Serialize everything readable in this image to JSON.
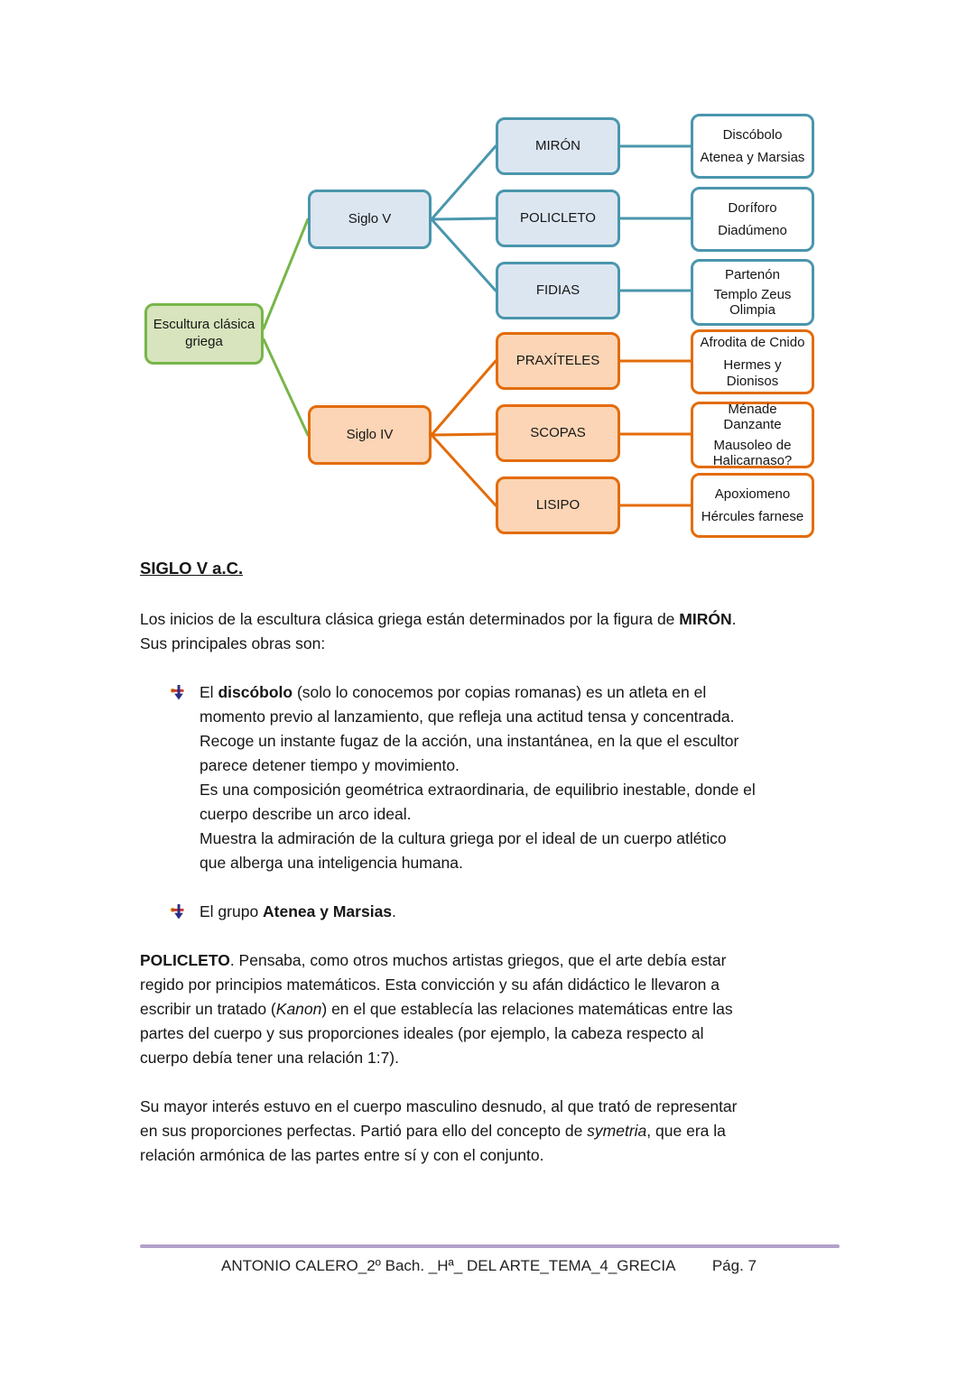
{
  "colors": {
    "green_border": "#77b64a",
    "green_fill": "#d7e4bd",
    "teal_border": "#4a96ad",
    "blue_fill": "#dce6f1",
    "orange_border": "#e36c0a",
    "orange_fill": "#fbd5b5",
    "work_fill": "#ffffff",
    "footer_line": "#b2a1c9"
  },
  "diagram": {
    "root": "Escultura clásica griega",
    "branches": [
      {
        "label": "Siglo V",
        "sculptors": [
          {
            "name": "MIRÓN",
            "works": [
              "Discóbolo",
              "Atenea y Marsias"
            ]
          },
          {
            "name": "POLICLETO",
            "works": [
              "Doríforo",
              "Diadúmeno"
            ]
          },
          {
            "name": "FIDIAS",
            "works": [
              "Partenón",
              "Templo Zeus Olimpia"
            ]
          }
        ]
      },
      {
        "label": "Siglo IV",
        "sculptors": [
          {
            "name": "PRAXÍTELES",
            "works": [
              "Afrodita de Cnido",
              "Hermes y Dionisos"
            ]
          },
          {
            "name": "SCOPAS",
            "works": [
              "Ménade Danzante",
              "Mausoleo de Halicarnaso?"
            ]
          },
          {
            "name": "LISIPO",
            "works": [
              "Apoxiomeno",
              "Hércules farnese"
            ]
          }
        ]
      }
    ]
  },
  "content": {
    "heading": "SIGLO V a.C.",
    "paragraphs": [
      {
        "kind": "p",
        "lines": [
          [
            {
              "t": "Los inicios de la escultura clásica griega están determinados por la figura de "
            },
            {
              "t": "MIRÓN",
              "b": true
            },
            {
              "t": "."
            }
          ],
          [
            {
              "t": "Sus principales obras son:"
            }
          ]
        ]
      },
      {
        "kind": "bullet",
        "lines": [
          [
            {
              "t": "El "
            },
            {
              "t": "discóbolo",
              "b": true
            },
            {
              "t": " (solo lo conocemos por copias romanas) es un atleta en el"
            }
          ],
          [
            {
              "t": "momento previo al lanzamiento, que refleja una actitud tensa y concentrada."
            }
          ],
          [
            {
              "t": "Recoge un instante fugaz de la acción, una instantánea, en la que el escultor"
            }
          ],
          [
            {
              "t": "parece detener tiempo y movimiento."
            }
          ],
          [
            {
              "t": "Es una composición geométrica extraordinaria, de equilibrio inestable, donde el"
            }
          ],
          [
            {
              "t": "cuerpo describe un arco ideal."
            }
          ],
          [
            {
              "t": "Muestra la admiración de la cultura griega por el ideal de un cuerpo atlético"
            }
          ],
          [
            {
              "t": "que alberga una inteligencia humana."
            }
          ]
        ]
      },
      {
        "kind": "bullet",
        "lines": [
          [
            {
              "t": "El grupo "
            },
            {
              "t": "Atenea y Marsias",
              "b": true
            },
            {
              "t": "."
            }
          ]
        ]
      },
      {
        "kind": "p",
        "lines": [
          [
            {
              "t": "POLICLETO",
              "b": true
            },
            {
              "t": ". Pensaba, como otros muchos artistas griegos, que el arte debía estar"
            }
          ],
          [
            {
              "t": "regido por principios matemáticos. Esta convicción y su afán didáctico le llevaron a"
            }
          ],
          [
            {
              "t": "escribir un tratado ("
            },
            {
              "t": "Kanon",
              "i": true
            },
            {
              "t": ") en el que establecía las relaciones matemáticas entre las"
            }
          ],
          [
            {
              "t": "partes del cuerpo y sus proporciones ideales (por ejemplo, la cabeza respecto al"
            }
          ],
          [
            {
              "t": "cuerpo debía tener una relación 1:7)."
            }
          ]
        ]
      },
      {
        "kind": "p",
        "lines": [
          [
            {
              "t": "Su mayor interés estuvo en el cuerpo masculino desnudo, al que trató de representar"
            }
          ],
          [
            {
              "t": "en sus proporciones perfectas. Partió para ello del concepto de "
            },
            {
              "t": "symetria",
              "i": true
            },
            {
              "t": ", que era la"
            }
          ],
          [
            {
              "t": "relación armónica de las partes entre sí y con el conjunto."
            }
          ]
        ]
      }
    ]
  },
  "footer": {
    "text": "ANTONIO CALERO_2º Bach. _Hª_ DEL ARTE_TEMA_4_GRECIA",
    "page": "Pág. 7"
  }
}
